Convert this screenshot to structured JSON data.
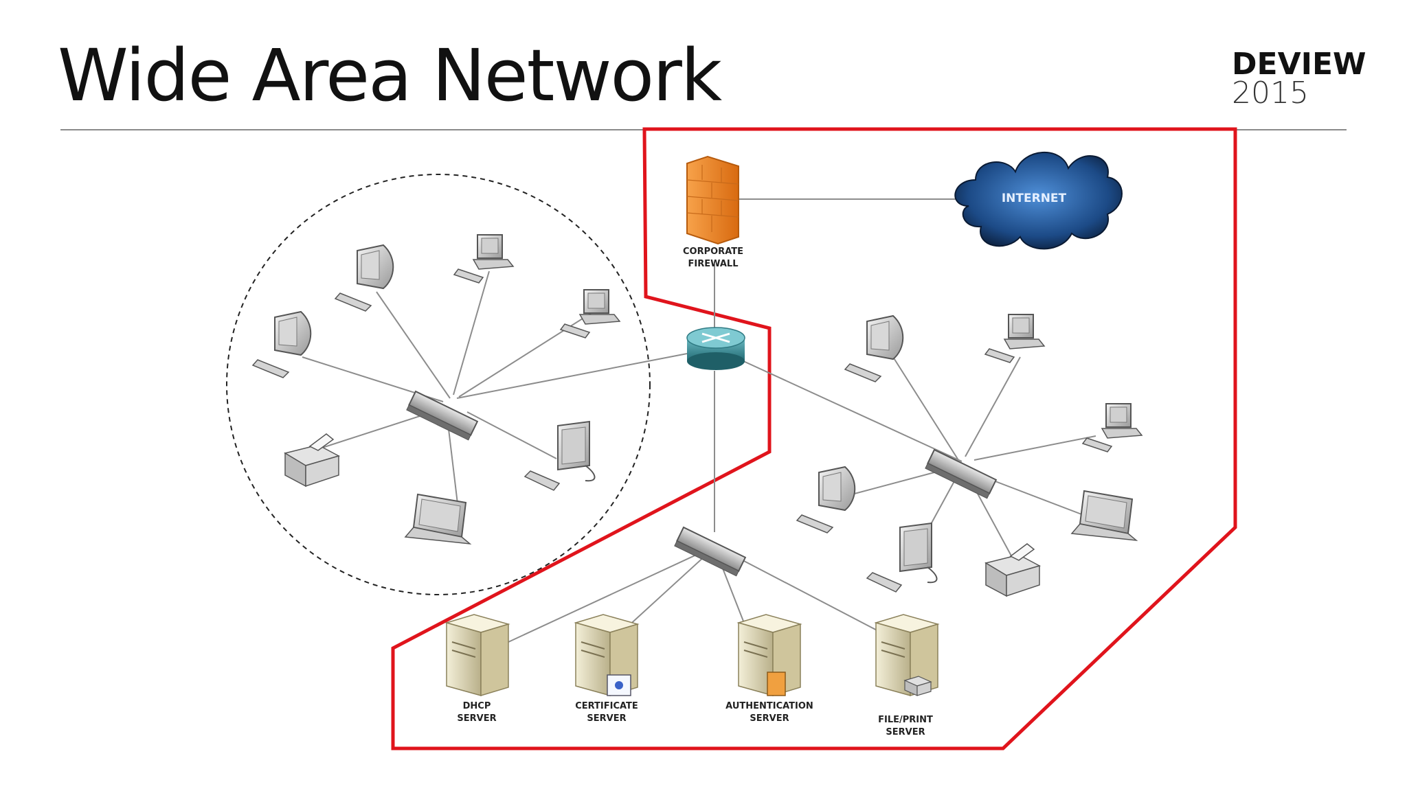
{
  "slide": {
    "title": "Wide Area Network",
    "logo_line1": "DEVIEW",
    "logo_line2": "2015"
  },
  "diagram": {
    "cloud_label": "INTERNET",
    "firewall_label_1": "CORPORATE",
    "firewall_label_2": "FIREWALL",
    "servers": [
      {
        "line1": "DHCP",
        "line2": "SERVER"
      },
      {
        "line1": "CERTIFICATE",
        "line2": "SERVER"
      },
      {
        "line1": "AUTHENTICATION",
        "line2": "SERVER"
      },
      {
        "line1": "FILE/PRINT",
        "line2": "SERVER"
      }
    ],
    "colors": {
      "highlight_outline": "#e0141c",
      "firewall": "#f08a2a",
      "cloud": "#1f4f8f",
      "router": "#2f8a94"
    }
  }
}
